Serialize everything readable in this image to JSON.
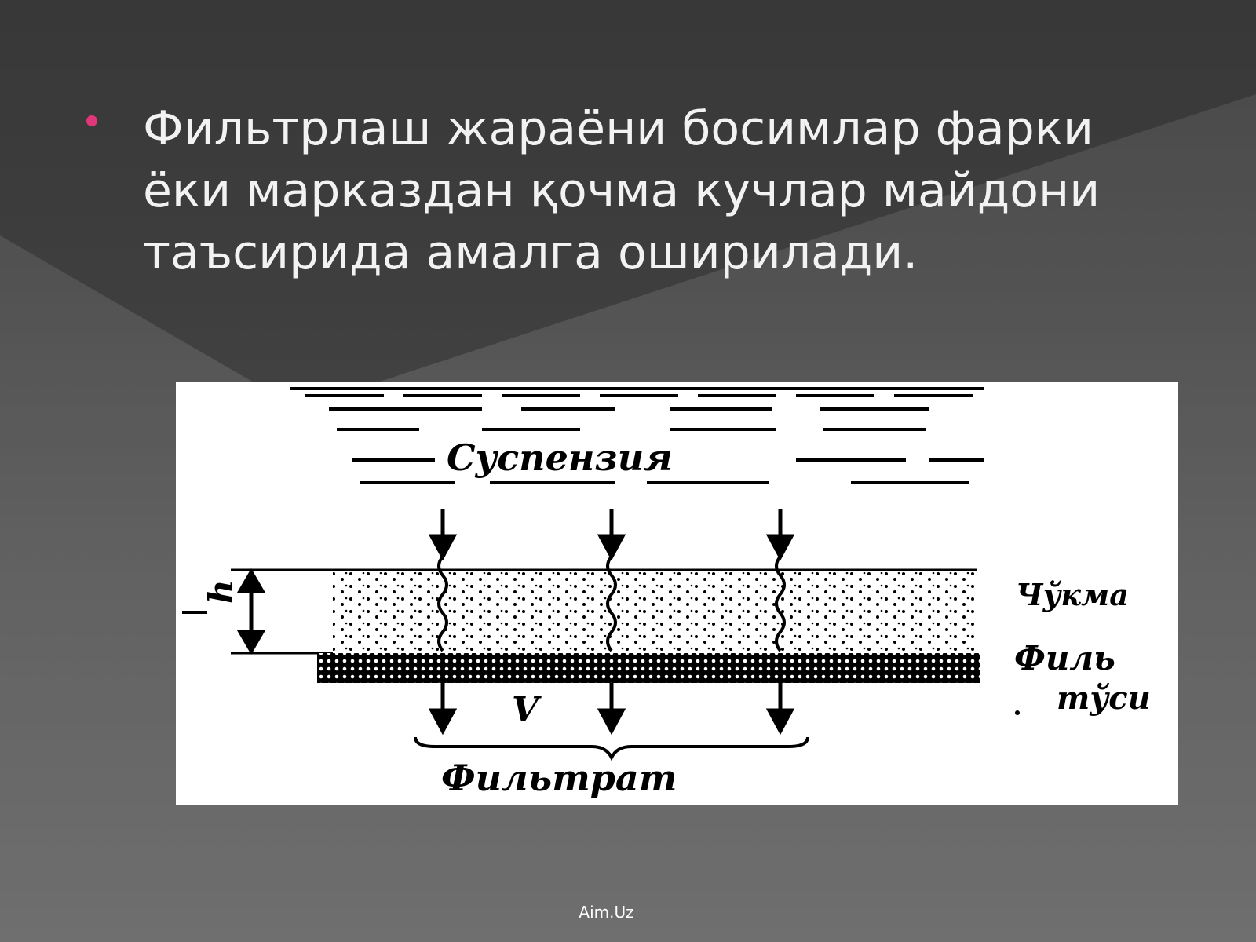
{
  "slide": {
    "bullet_color": "#e0367a",
    "text_lines": [
      "Фильтрлаш жараёни босимлар фарки",
      "ёки марказдан қочма кучлар майдони",
      "таъсирида амалга оширилади."
    ]
  },
  "figure": {
    "labels": {
      "suspension": "Суспензия",
      "h": "h",
      "sediment": "Чўкма",
      "filter_cloth_line1": "Филь",
      "filter_cloth_line2": "тўси",
      "v": "V",
      "filtrate": "Фильтрат"
    }
  },
  "footer": {
    "text": "Aim.Uz"
  }
}
